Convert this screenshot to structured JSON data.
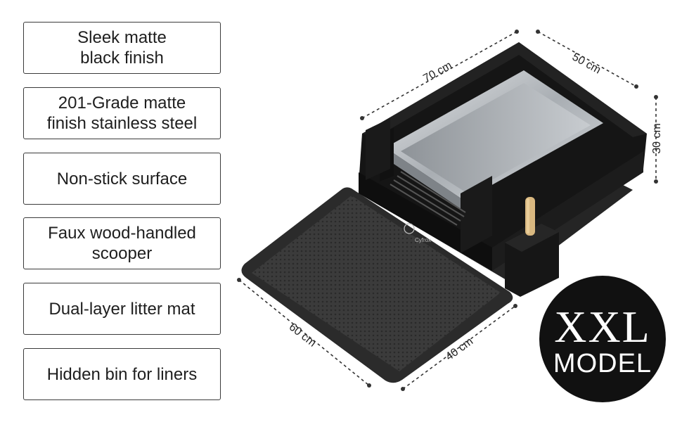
{
  "features": [
    "Sleek matte\nblack finish",
    "201-Grade matte\nfinish stainless steel",
    "Non-stick surface",
    "Faux wood-handled\nscooper",
    "Dual-layer litter mat",
    "Hidden bin for liners"
  ],
  "dimensions": {
    "length": "70 cm",
    "width": "50 cm",
    "height": "30 cm",
    "mat_length": "60 cm",
    "mat_width": "40 cm"
  },
  "brand_logo": "Cyfrox",
  "badge": {
    "line1": "XXL",
    "line2": "MODEL"
  },
  "colors": {
    "box_black": "#151515",
    "steel": "#b8bcc0",
    "mat": "#3a3a3a",
    "handle": "#d9b880"
  }
}
